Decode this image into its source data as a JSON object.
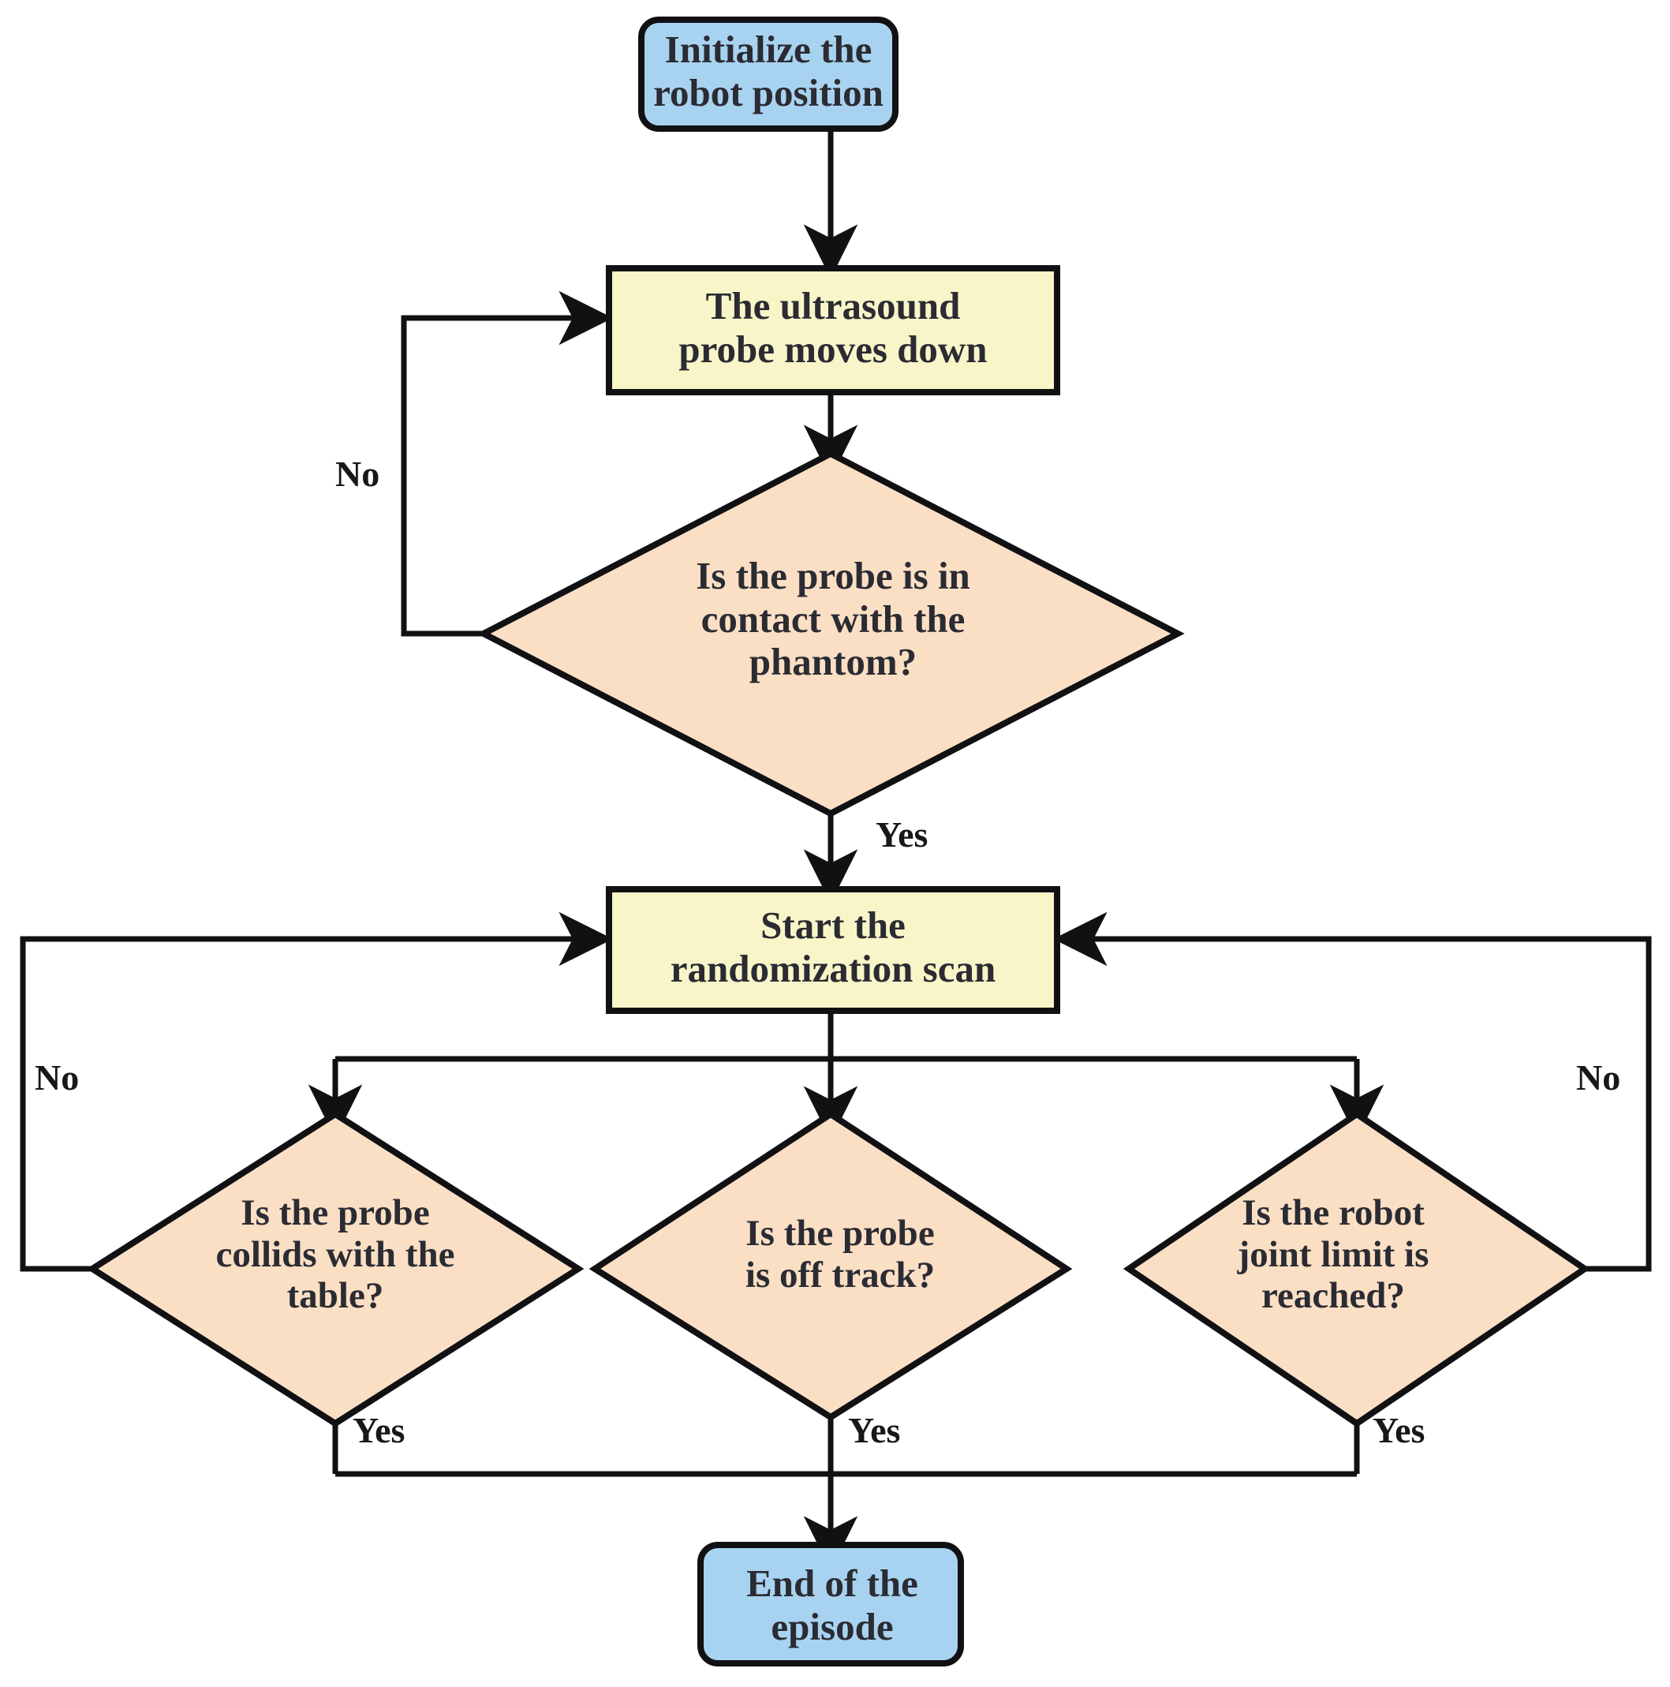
{
  "diagram": {
    "title": "Robotic ultrasound scanning episode flowchart",
    "background_color": "#ffffff",
    "colors": {
      "terminal_fill": "#a8d3f0",
      "process_fill": "#f8f6c8",
      "decision_fill": "#fadfc4",
      "stroke": "#111114",
      "text": "#2b2b33"
    },
    "nodes": [
      {
        "id": "initialize",
        "shape": "rounded-rectangle",
        "label": "Initialize the\nrobot position",
        "fill": "#a8d3f0"
      },
      {
        "id": "probe-moves-down",
        "shape": "rectangle",
        "label": "The ultrasound\nprobe moves down",
        "fill": "#f8f6c8"
      },
      {
        "id": "contact-check",
        "shape": "diamond",
        "label": "Is the probe is in\ncontact with the\nphantom?",
        "fill": "#fadfc4"
      },
      {
        "id": "start-scan",
        "shape": "rectangle",
        "label": "Start the\nrandomization scan",
        "fill": "#f8f6c8"
      },
      {
        "id": "collision-check",
        "shape": "diamond",
        "label": "Is the probe\ncollids with the\ntable?",
        "fill": "#fadfc4"
      },
      {
        "id": "off-track-check",
        "shape": "diamond",
        "label": "Is the probe\nis off track?",
        "fill": "#fadfc4"
      },
      {
        "id": "joint-limit-check",
        "shape": "diamond",
        "label": "Is the robot\njoint limit is\nreached?",
        "fill": "#fadfc4"
      },
      {
        "id": "end-episode",
        "shape": "rounded-rectangle",
        "label": "End of the\nepisode",
        "fill": "#a8d3f0"
      }
    ],
    "edges": [
      {
        "id": "init-to-probedown",
        "from": "initialize",
        "to": "probe-moves-down",
        "label": ""
      },
      {
        "id": "probedown-to-contact",
        "from": "probe-moves-down",
        "to": "contact-check",
        "label": ""
      },
      {
        "id": "contact-no-loop",
        "from": "contact-check",
        "to": "probe-moves-down",
        "label": "No"
      },
      {
        "id": "contact-yes",
        "from": "contact-check",
        "to": "start-scan",
        "label": "Yes"
      },
      {
        "id": "scan-to-collision",
        "from": "start-scan",
        "to": "collision-check",
        "label": ""
      },
      {
        "id": "scan-to-offtrack",
        "from": "start-scan",
        "to": "off-track-check",
        "label": ""
      },
      {
        "id": "scan-to-jointlimit",
        "from": "start-scan",
        "to": "joint-limit-check",
        "label": ""
      },
      {
        "id": "collision-no-loop",
        "from": "collision-check",
        "to": "start-scan",
        "label": "No"
      },
      {
        "id": "jointlimit-no-loop",
        "from": "joint-limit-check",
        "to": "start-scan",
        "label": "No"
      },
      {
        "id": "collision-yes",
        "from": "collision-check",
        "to": "end-episode",
        "label": "Yes"
      },
      {
        "id": "offtrack-yes",
        "from": "off-track-check",
        "to": "end-episode",
        "label": "Yes"
      },
      {
        "id": "jointlimit-yes",
        "from": "joint-limit-check",
        "to": "end-episode",
        "label": "Yes"
      }
    ],
    "edge_labels": {
      "contact_no": "No",
      "contact_yes": "Yes",
      "collision_no": "No",
      "jointlimit_no": "No",
      "collision_yes": "Yes",
      "offtrack_yes": "Yes",
      "jointlimit_yes": "Yes"
    }
  }
}
